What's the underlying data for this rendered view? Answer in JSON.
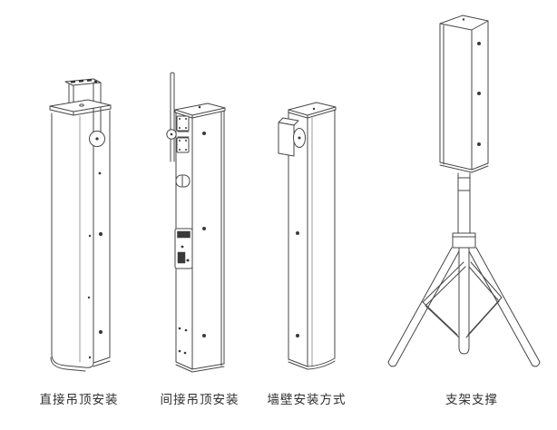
{
  "page": {
    "type": "product-installation-diagram",
    "background": "#ffffff"
  },
  "colors": {
    "line": "#474747",
    "line_light": "#9b9b9b",
    "text": "#2f2f2f",
    "fill_dark": "#3a3a3a"
  },
  "figures": [
    {
      "id": "direct-ceiling-mount",
      "illustration": "column-speaker-with-top-u-bracket-and-knob",
      "label": "直接吊顶安装"
    },
    {
      "id": "indirect-ceiling-mount",
      "illustration": "column-speaker-with-hanging-rod-hinge-and-connector-panel",
      "label": "间接吊顶安装"
    },
    {
      "id": "wall-mount",
      "illustration": "column-speaker-with-side-wall-bracket",
      "label": "墙壁安装方式"
    },
    {
      "id": "stand-support",
      "illustration": "column-speaker-on-tripod-stand",
      "label": "支架支撑"
    }
  ]
}
